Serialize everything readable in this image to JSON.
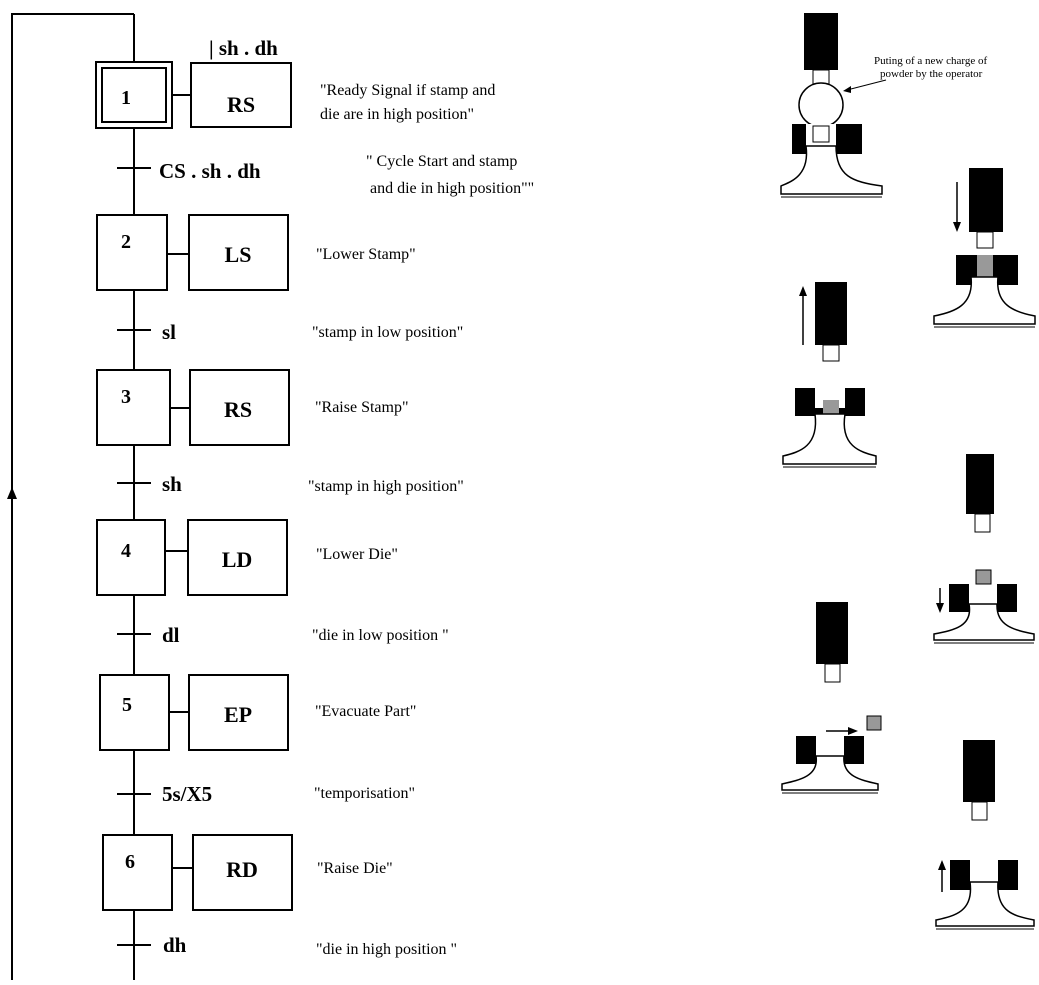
{
  "steps": [
    {
      "number": "1",
      "action": "RS",
      "comment": [
        "\"Ready Signal if stamp and",
        "die are in high position\""
      ]
    },
    {
      "number": "2",
      "action": "LS",
      "comment": [
        "\"Lower Stamp\""
      ]
    },
    {
      "number": "3",
      "action": "RS",
      "comment": [
        "\"Raise Stamp\""
      ]
    },
    {
      "number": "4",
      "action": "LD",
      "comment": [
        "\"Lower Die\""
      ]
    },
    {
      "number": "5",
      "action": "EP",
      "comment": [
        "\"Evacuate Part\""
      ]
    },
    {
      "number": "6",
      "action": "RD",
      "comment": [
        "\"Raise Die\""
      ]
    }
  ],
  "initial_condition": "| sh . dh",
  "transitions": [
    {
      "condition": "CS . sh . dh",
      "comment": [
        "\" Cycle Start and stamp",
        "and die in high position\"\""
      ]
    },
    {
      "condition": "sl",
      "comment": [
        "\"stamp in low position\""
      ]
    },
    {
      "condition": "sh",
      "comment": [
        "\"stamp in high position\""
      ]
    },
    {
      "condition": "dl",
      "comment": [
        "\"die in low position \""
      ]
    },
    {
      "condition": "5s/X5",
      "comment": [
        "\"temporisation\""
      ]
    },
    {
      "condition": "dh",
      "comment": [
        "\"die in high position \""
      ]
    }
  ],
  "annotation": [
    "Puting of a new charge of",
    "powder by the operator"
  ]
}
